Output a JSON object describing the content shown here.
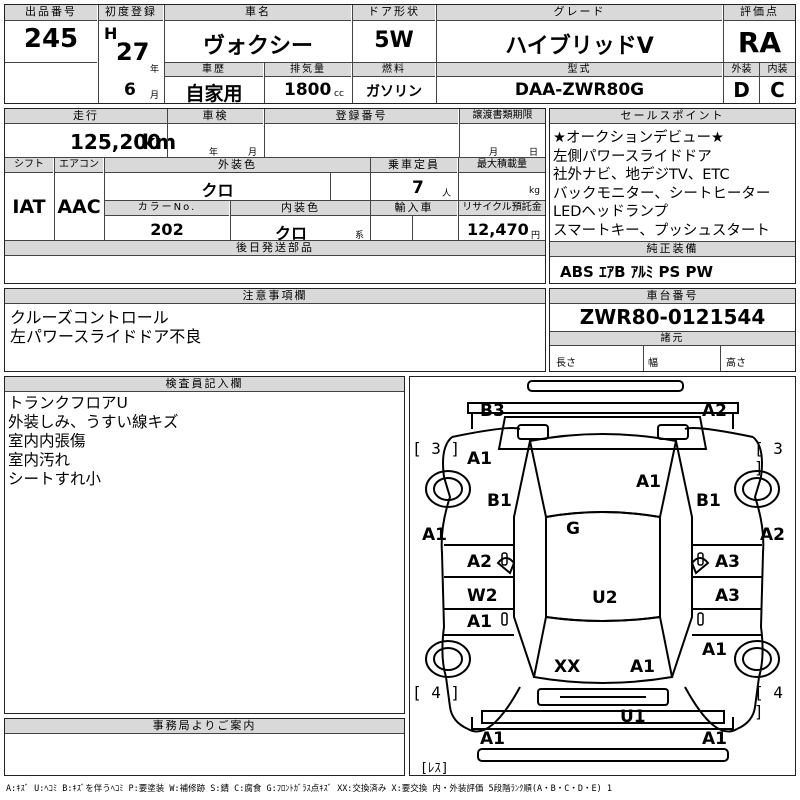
{
  "header": {
    "lot_no_label": "出品番号",
    "lot_no": "245",
    "first_reg_label": "初度登録",
    "era": "H",
    "year": "27",
    "year_unit": "年",
    "month": "6",
    "month_unit": "月",
    "car_name_label": "車名",
    "car_name": "ヴォクシー",
    "door_label": "ドア形状",
    "door": "5W",
    "grade_label": "グレード",
    "grade": "ハイブリッドV",
    "score_label": "評価点",
    "score": "RA",
    "history_label": "車歴",
    "history": "自家用",
    "displacement_label": "排気量",
    "displacement": "1800",
    "displacement_unit": "cc",
    "fuel_label": "燃料",
    "fuel": "ガソリン",
    "model_label": "型式",
    "model": "DAA-ZWR80G",
    "exterior_label": "外装",
    "exterior": "D",
    "interior_label": "内装",
    "interior": "C"
  },
  "row2": {
    "mileage_label": "走行",
    "mileage": "125,200",
    "mileage_unit": "km",
    "inspection_label": "車検",
    "year_unit": "年",
    "month_unit": "月",
    "regno_label": "登録番号",
    "transfer_label": "譲渡書類期限",
    "transfer_month": "月",
    "transfer_day": "日",
    "shift_label": "シフト",
    "shift": "IAT",
    "ac_label": "エアコン",
    "ac": "AAC",
    "color_label": "外装色",
    "color": "クロ",
    "seats_label": "乗車定員",
    "seats": "7",
    "seats_unit": "人",
    "load_label": "最大積載量",
    "load_unit": "kg",
    "color_no_label": "カラーNo.",
    "color_no": "202",
    "int_color_label": "内装色",
    "int_color": "クロ",
    "int_color_unit": "系",
    "import_label": "輸入車",
    "recycle_label": "リサイクル預託金",
    "recycle": "12,470",
    "recycle_unit": "円",
    "later_parts_label": "後日発送部品"
  },
  "sales_points": {
    "label": "セールスポイント",
    "lines": [
      "★オークションデビュー★",
      "左側パワースライドドア",
      "社外ナビ、地デジTV、ETC",
      "バックモニター、シートヒーター",
      "LEDヘッドランプ",
      "スマートキー、プッシュスタート"
    ]
  },
  "equipment": {
    "label": "純正装備",
    "value": "ABS ｴｱB ｱﾙﾐ PS PW"
  },
  "notes": {
    "label": "注意事項欄",
    "lines": [
      "クルーズコントロール",
      "左パワースライドドア不良"
    ]
  },
  "chassis": {
    "label": "車台番号",
    "value": "ZWR80-0121544"
  },
  "dims": {
    "label": "諸元",
    "length": "長さ",
    "width": "幅",
    "height": "高さ"
  },
  "inspector": {
    "label": "検査員記入欄",
    "lines": [
      "トランクフロアU",
      "外装しみ、うすい線キズ",
      "室内内張傷",
      "室内汚れ",
      "シートすれ小"
    ]
  },
  "office": {
    "label": "事務局よりご案内"
  },
  "diagram": {
    "tire_fl": "[ 3 ]",
    "tire_fr": "[ 3 ]",
    "tire_rl": "[ 4 ]",
    "tire_rr": "[ 4 ]",
    "spare": "[ﾚｽ]",
    "marks": {
      "b3": "B3",
      "a2_top": "A2",
      "a1_lf_fender": "A1",
      "a1_hood": "A1",
      "b1_left": "B1",
      "b1_right": "B1",
      "a1_left": "A1",
      "a2_right": "A2",
      "g": "G",
      "a2_door": "A2",
      "a3_door": "A3",
      "w2": "W2",
      "a3_rear_door": "A3",
      "u2": "U2",
      "a1_rl_door": "A1",
      "a1_rr_fender": "A1",
      "xx": "XX",
      "a1_roof": "A1",
      "u1": "U1",
      "a1_rl_corner": "A1",
      "a1_rr_corner": "A1"
    }
  },
  "legend": "A:ｷｽﾞ U:ﾍｺﾐ B:ｷｽﾞを伴うﾍｺﾐ P:要塗装 W:補修跡 S:錆 C:腐食 G:ﾌﾛﾝﾄｶﾞﾗｽ点ｷｽﾞ XX:交換済み X:要交換 内・外装評価 5段階ﾗﾝｸ順(A・B・C・D・E) 1"
}
